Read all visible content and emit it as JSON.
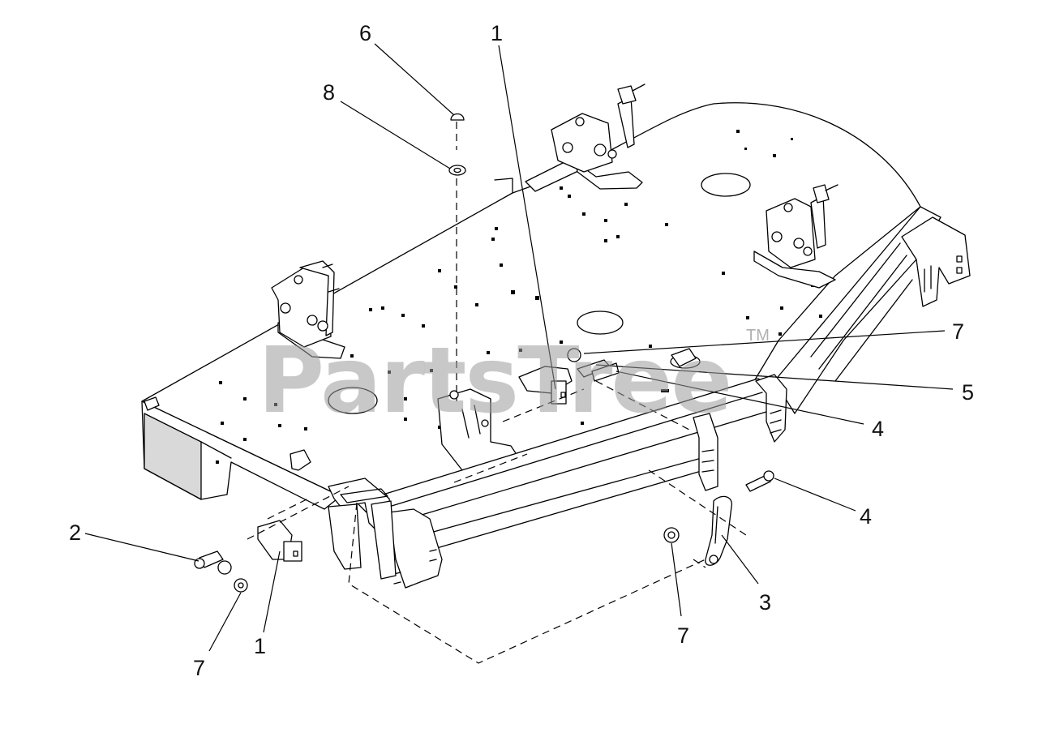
{
  "diagram": {
    "callouts": [
      "6",
      "1",
      "8",
      "7",
      "5",
      "4",
      "4",
      "2",
      "3",
      "7",
      "7",
      "1"
    ]
  },
  "watermark": {
    "text": "PartsTree",
    "trademark": "TM"
  },
  "colors": {
    "lines": "#000000",
    "background": "#ffffff",
    "watermark": "#9a9a9a"
  }
}
